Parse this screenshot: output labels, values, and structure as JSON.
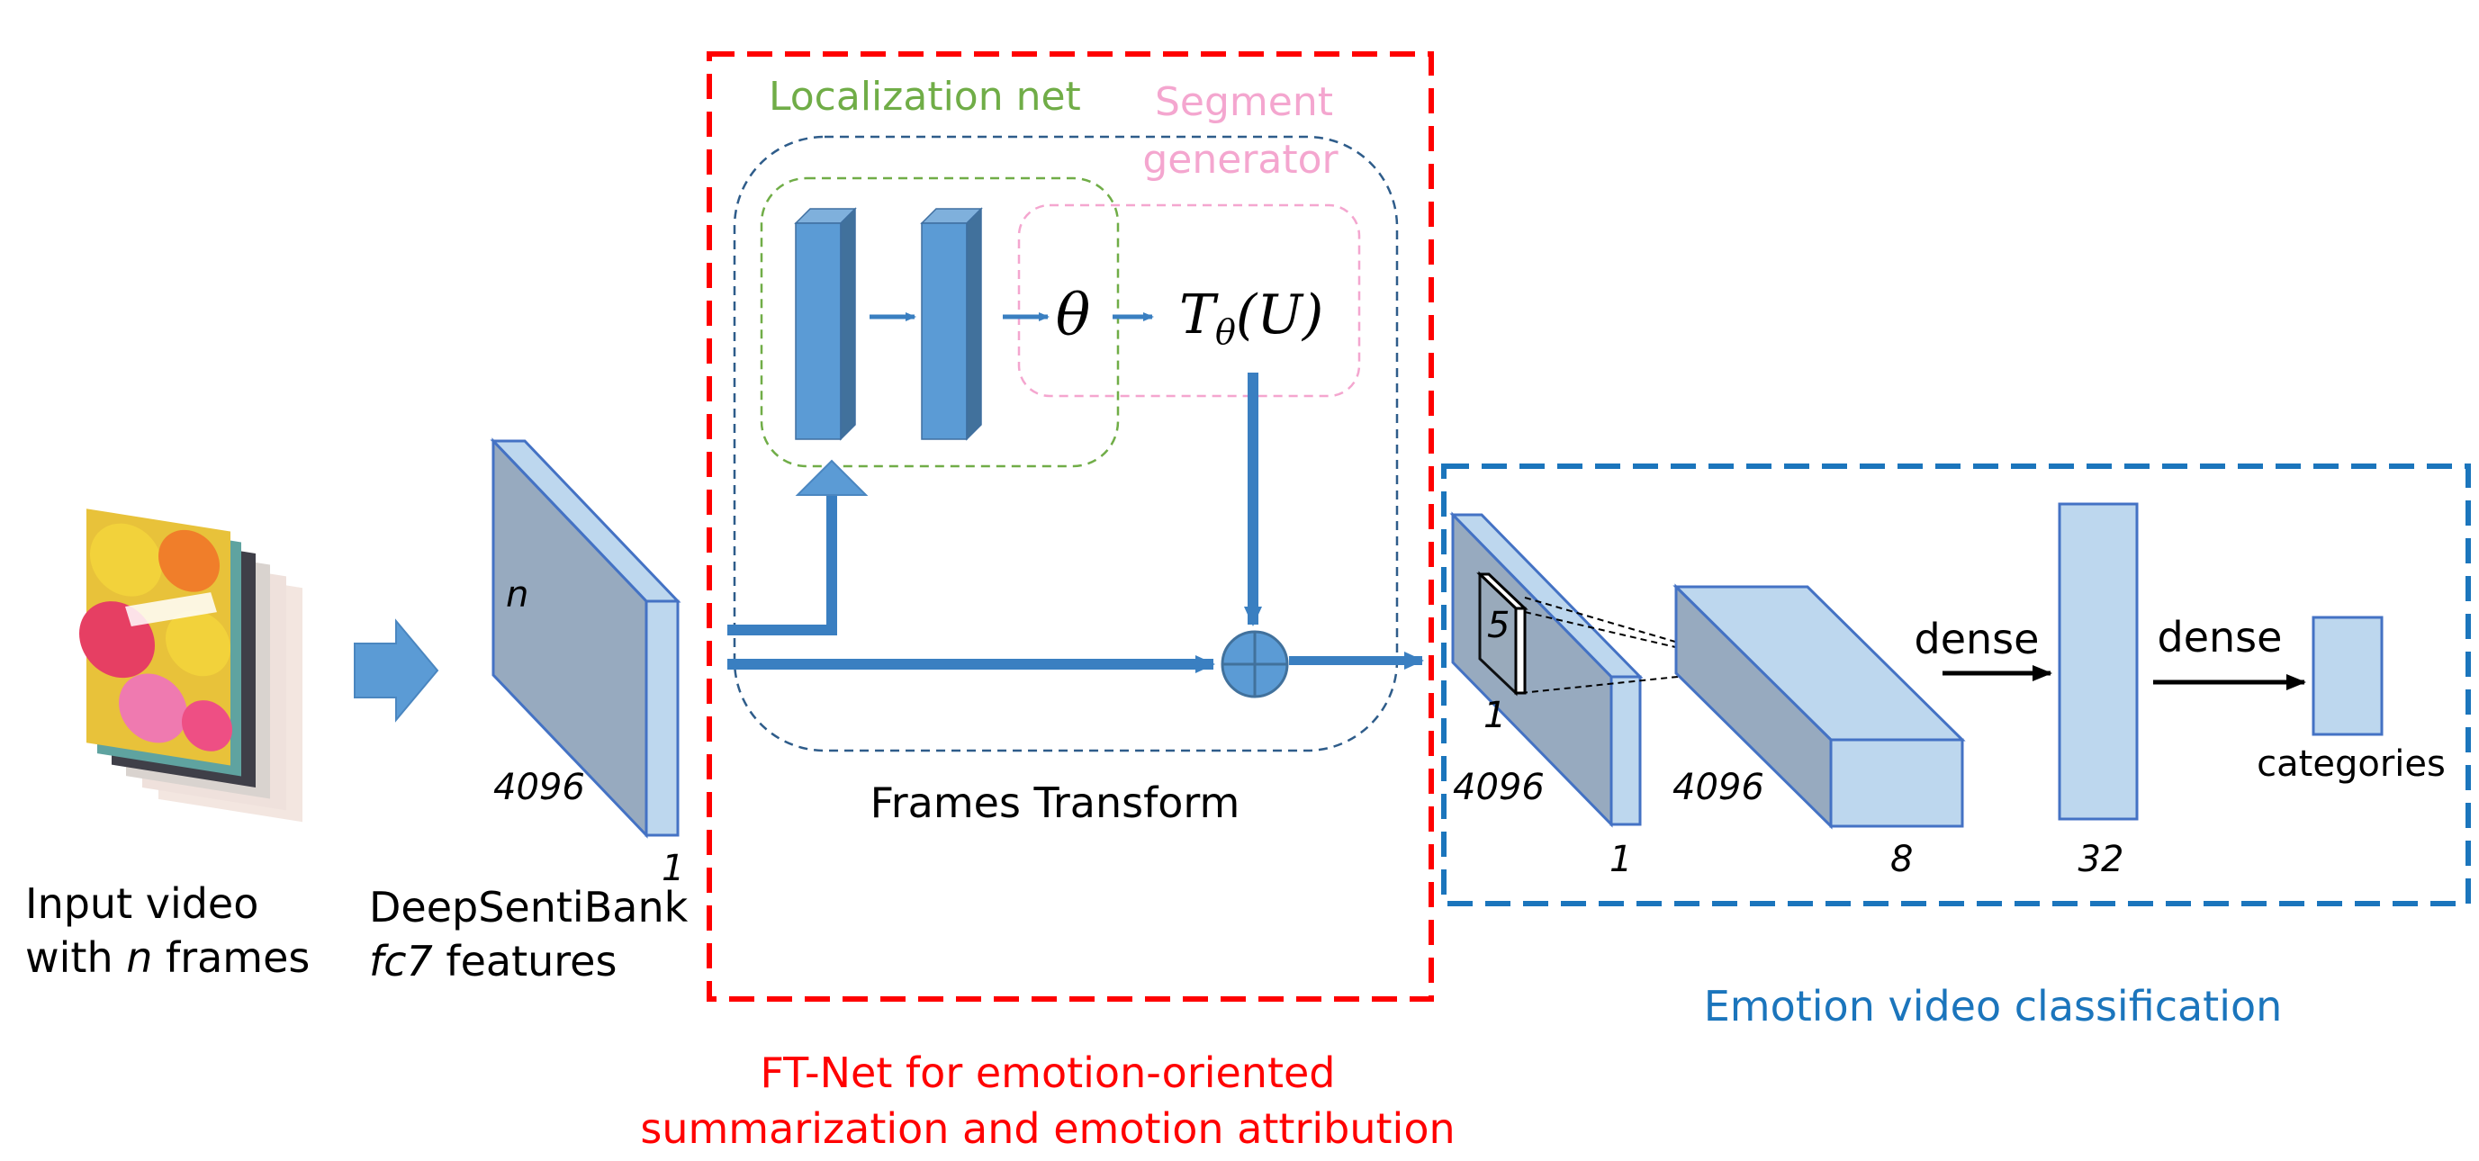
{
  "input": {
    "line1": "Input video",
    "line2_prefix": "with ",
    "line2_var": "n",
    "line2_suffix": " frames"
  },
  "features": {
    "line1": "DeepSentiBank",
    "line2_italic": "fc7",
    "line2_suffix": " features",
    "n_label": "n",
    "dim_label": "4096",
    "depth_label": "1"
  },
  "ftnet": {
    "localization_label": "Localization net",
    "segment_line1": "Segment",
    "segment_line2": "generator",
    "theta": "θ",
    "transform_T": "T",
    "transform_sub": "θ",
    "transform_arg": "(U)",
    "frames_transform_label": "Frames Transform",
    "caption_line1": "FT-Net for emotion-oriented",
    "caption_line2": "summarization and emotion attribution"
  },
  "classifier": {
    "kernel_h": "5",
    "kernel_w": "1",
    "input_dim": "4096",
    "input_depth": "1",
    "conv_dim": "4096",
    "conv_depth": "8",
    "dense1_label": "dense",
    "dense1_units": "32",
    "dense2_label": "dense",
    "output_label": "categories",
    "caption": "Emotion video classification"
  },
  "colors": {
    "red": "#ff0000",
    "blue": "#1b75bc",
    "green": "#70ad47",
    "pink": "#f4a6cf",
    "navy": "#2e5c8a",
    "block": "#5b9bd5"
  }
}
